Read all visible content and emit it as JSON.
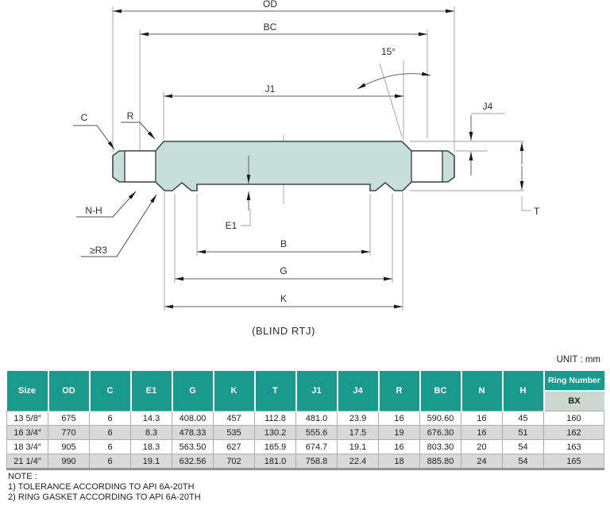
{
  "diagram": {
    "labels": {
      "od": "OD",
      "bc": "BC",
      "j1": "J1",
      "angle": "15°",
      "j4": "J4",
      "t": "T",
      "c": "C",
      "r": "R",
      "nh": "N-H",
      "r3": "≥R3",
      "e1": "E1",
      "b": "B",
      "g": "G",
      "k": "K",
      "caption": "(BLIND RTJ)"
    },
    "colors": {
      "body_fill": "#c7ded9",
      "outline": "#3d4a4a",
      "dim_line": "#5f6466",
      "arrow": "#1a1a1a"
    }
  },
  "unit_label": "UNIT : mm",
  "table": {
    "headers": [
      "Size",
      "OD",
      "C",
      "E1",
      "G",
      "K",
      "T",
      "J1",
      "J4",
      "R",
      "BC",
      "N",
      "H"
    ],
    "ring_header": "Ring Number",
    "ring_sub": "BX",
    "header_bg": "#1a9a8d",
    "ring_sub_bg": "#cdd7d2",
    "alt_row_bg": "#d9d9d9",
    "rows": [
      [
        "13 5/8″",
        "675",
        "6",
        "14.3",
        "408.00",
        "457",
        "112.8",
        "481.0",
        "23.9",
        "16",
        "590.60",
        "16",
        "45",
        "160"
      ],
      [
        "16 3/4″",
        "770",
        "6",
        "8.3",
        "478.33",
        "535",
        "130.2",
        "555.6",
        "17.5",
        "19",
        "676.30",
        "16",
        "51",
        "162"
      ],
      [
        "18 3/4″",
        "905",
        "6",
        "18.3",
        "563.50",
        "627",
        "165.9",
        "674.7",
        "19.1",
        "16",
        "803.30",
        "20",
        "54",
        "163"
      ],
      [
        "21 1/4″",
        "990",
        "6",
        "19.1",
        "632.56",
        "702",
        "181.0",
        "758.8",
        "22.4",
        "18",
        "885.80",
        "24",
        "54",
        "165"
      ]
    ]
  },
  "notes": {
    "title": "NOTE :",
    "items": [
      "1) TOLERANCE ACCORDING TO API 6A-20TH",
      "2) RING GASKET ACCORDING TO API 6A-20TH"
    ]
  }
}
